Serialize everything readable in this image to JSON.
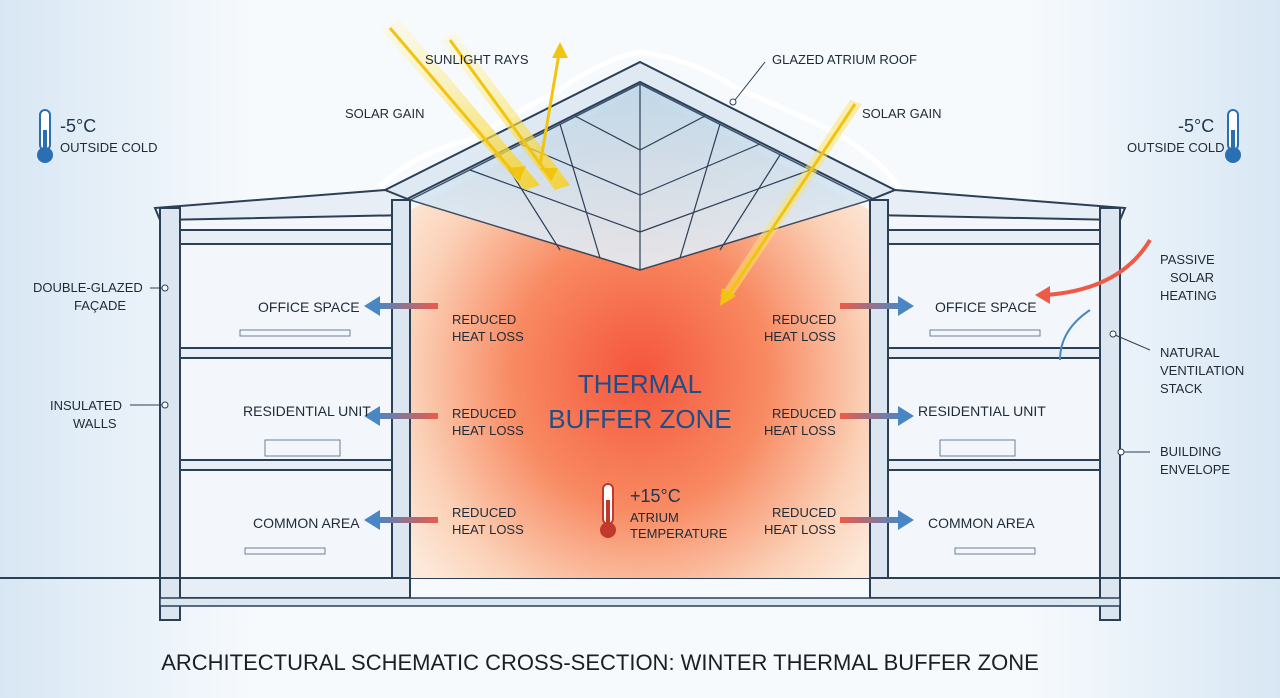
{
  "caption": "ARCHITECTURAL SCHEMATIC CROSS-SECTION: WINTER THERMAL BUFFER ZONE",
  "center_title_line1": "THERMAL",
  "center_title_line2": "BUFFER ZONE",
  "outside_left": {
    "temp": "-5°C",
    "label": "OUTSIDE COLD"
  },
  "outside_right": {
    "temp": "-5°C",
    "label": "OUTSIDE COLD"
  },
  "atrium": {
    "temp": "+15°C",
    "label_line1": "ATRIUM",
    "label_line2": "TEMPERATURE"
  },
  "sun_labels": {
    "sunlight_rays": "SUNLIGHT RAYS",
    "solar_gain_left": "SOLAR GAIN",
    "solar_gain_right": "SOLAR GAIN",
    "glazed_roof": "GLAZED ATRIUM ROOF"
  },
  "left_callouts": [
    {
      "line1": "DOUBLE-GLAZED",
      "line2": "FAÇADE"
    },
    {
      "line1": "INSULATED",
      "line2": "WALLS"
    }
  ],
  "right_callouts": [
    {
      "line1": "PASSIVE",
      "line2": "SOLAR",
      "line3": "HEATING"
    },
    {
      "line1": "NATURAL",
      "line2": "VENTILATION",
      "line3": "STACK"
    },
    {
      "line1": "BUILDING",
      "line2": "ENVELOPE"
    }
  ],
  "rooms": [
    "OFFICE SPACE",
    "RESIDENTIAL UNIT",
    "COMMON AREA"
  ],
  "heat_loss": {
    "line1": "REDUCED",
    "line2": "HEAT LOSS"
  },
  "colors": {
    "warm": "#f46a4e",
    "cold_arrow": "#4b86c4",
    "sun": "#f5d020",
    "outline": "#2b3f57"
  }
}
